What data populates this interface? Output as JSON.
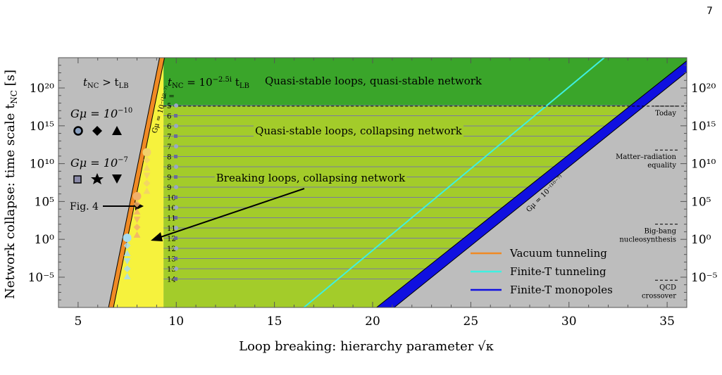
{
  "page_number": "7",
  "caption_fragment": "‾",
  "chart_data": {
    "type": "area",
    "xlabel": "Loop breaking: hierarchy parameter √κ",
    "ylabel": "Network collapse: time scale t",
    "ylabel_sub": "NC",
    "ylabel_unit": "[s]",
    "xlim": [
      4,
      36
    ],
    "ylim_log10": [
      -9,
      24
    ],
    "x_ticks": [
      5,
      10,
      15,
      20,
      25,
      30,
      35
    ],
    "y_ticks_log10": [
      -5,
      0,
      5,
      10,
      15,
      20
    ],
    "y_tick_labels": [
      "10⁻⁵",
      "10⁰",
      "10⁵",
      "10¹⁰",
      "10¹⁵",
      "10²⁰"
    ],
    "regions": [
      {
        "label": "Quasi-stable loops, quasi-stable network",
        "color": "#3aa52a"
      },
      {
        "label": "Quasi-stable loops, collapsing network",
        "color": "#a3cc2a"
      },
      {
        "label": "Breaking loops, collapsing network",
        "color": "#f6f23d"
      }
    ],
    "annotations": {
      "tnc_gt": "t",
      "tnc_gt_sub1": "NC",
      "tnc_gt_rel": " > t",
      "tnc_gt_sub2": "LB",
      "tnc_eq_lhs": "t",
      "tnc_eq_sub": "NC",
      "tnc_eq_mid": " = 10",
      "tnc_eq_exp": "−2.5i",
      "tnc_eq_rhs": " t",
      "tnc_eq_rhs_sub": "LB",
      "gmu_small_line": "Gμ = 10⁻⁽¹⁰⁻⁷⁾",
      "gmu_band_line": "Gμ = 10⁻⁽¹⁰⁻⁷⁾",
      "fig4": "Fig. 4",
      "i_eq": "i =",
      "gmu_1": "Gμ = 10",
      "gmu_1_exp": "−10",
      "gmu_2": "Gμ = 10",
      "gmu_2_exp": "−7"
    },
    "i_labels": [
      "5",
      "6",
      "6",
      "7",
      "7",
      "8",
      "8",
      "9",
      "9",
      "10",
      "10",
      "11",
      "11",
      "12",
      "12",
      "13",
      "13",
      "14"
    ],
    "cosmic_events": [
      {
        "label": [
          "Today"
        ],
        "log10_t": 17.6
      },
      {
        "label": [
          "Matter–radiation",
          "equality"
        ],
        "log10_t": 11.8
      },
      {
        "label": [
          "Big-bang",
          "nucleosynthesis"
        ],
        "log10_t": 2.0
      },
      {
        "label": [
          "QCD",
          "crossover"
        ],
        "log10_t": -5.4
      }
    ],
    "legend": [
      {
        "name": "Vacuum tunneling",
        "color": "#f08a24"
      },
      {
        "name": "Finite-T tunneling",
        "color": "#3ff0e0"
      },
      {
        "name": "Finite-T monopoles",
        "color": "#1010e0"
      }
    ],
    "series": [
      {
        "name": "Finite-T tunneling",
        "x": [
          16.5,
          31.8
        ],
        "log10_t": [
          -9,
          24
        ]
      },
      {
        "name": "Finite-T monopoles",
        "x_lower": [
          20.2,
          36.2
        ],
        "x_upper": [
          21.1,
          36.9
        ],
        "log10_t": [
          -9,
          24
        ]
      },
      {
        "name": "Vacuum tunneling",
        "x": [
          6.7,
          9.3
        ],
        "log10_t": [
          -9,
          24
        ]
      }
    ],
    "markers_gmu_small": [
      {
        "x": 8.5,
        "log10_t": 11.5,
        "color": "#f2d16a"
      },
      {
        "x": 8.0,
        "log10_t": 5.7,
        "color": "#f2b06a"
      },
      {
        "x": 7.5,
        "log10_t": 0.2,
        "color": "#a8dcf0"
      }
    ]
  }
}
